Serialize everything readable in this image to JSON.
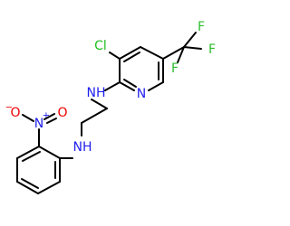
{
  "molecule": {
    "atoms": {
      "chlorine": "Cl",
      "fluorine_top": "F",
      "fluorine_right": "F",
      "fluorine_bottom": "F",
      "pyridine_nitrogen": "N",
      "amine_upper_label": "NH",
      "amine_lower_label": "NH",
      "nitro_nitrogen": "N",
      "nitro_nitrogen_charge": "+",
      "nitro_oxygen_anion": "O",
      "nitro_oxygen_anion_charge": "−",
      "nitro_oxygen_double": "O"
    },
    "colors": {
      "carbon_bond": "#000000",
      "chlorine": "#1fbf1f",
      "fluorine": "#2dbd2d",
      "nitrogen": "#2020ee",
      "oxygen": "#ee0000"
    }
  }
}
